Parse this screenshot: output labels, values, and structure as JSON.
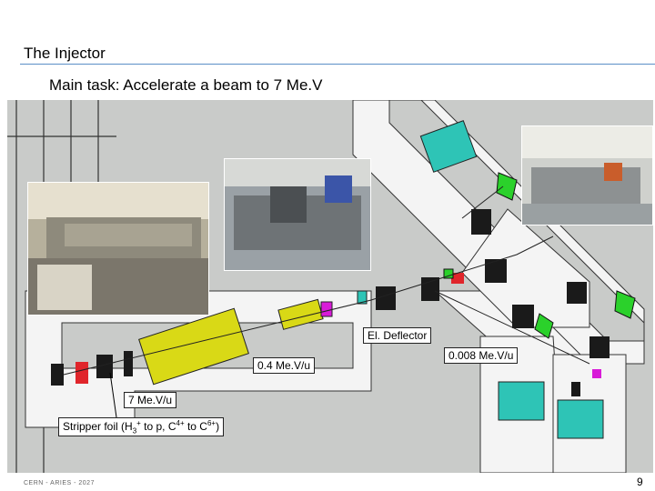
{
  "slide": {
    "title": "The Injector",
    "subtitle": "Main task: Accelerate a beam to 7 Me.V",
    "footer": "CERN - ARIES - 2027",
    "page_number": "9"
  },
  "labels": {
    "deflector": "El. Deflector",
    "energy_04": "0.4 Me.V/u",
    "energy_0008": "0.008 Me.V/u",
    "energy_7": "7 Me.V/u",
    "stripper_prefix": "Stripper foil (H",
    "stripper_sub": "3",
    "stripper_sup1": "+",
    "stripper_mid": " to p, C",
    "stripper_sup2": "4+",
    "stripper_mid2": " to C",
    "stripper_sup3": "6+",
    "stripper_end": ")"
  },
  "colors": {
    "background_diagram": "#c9cbc9",
    "beamline": "#f2f2f2",
    "beamline_edge": "#333333",
    "teal": "#2ec4b6",
    "green": "#2bd12b",
    "yellow": "#d9d916",
    "magenta": "#d81bd8",
    "red": "#e0252b",
    "rule": "#5b8fc7"
  }
}
